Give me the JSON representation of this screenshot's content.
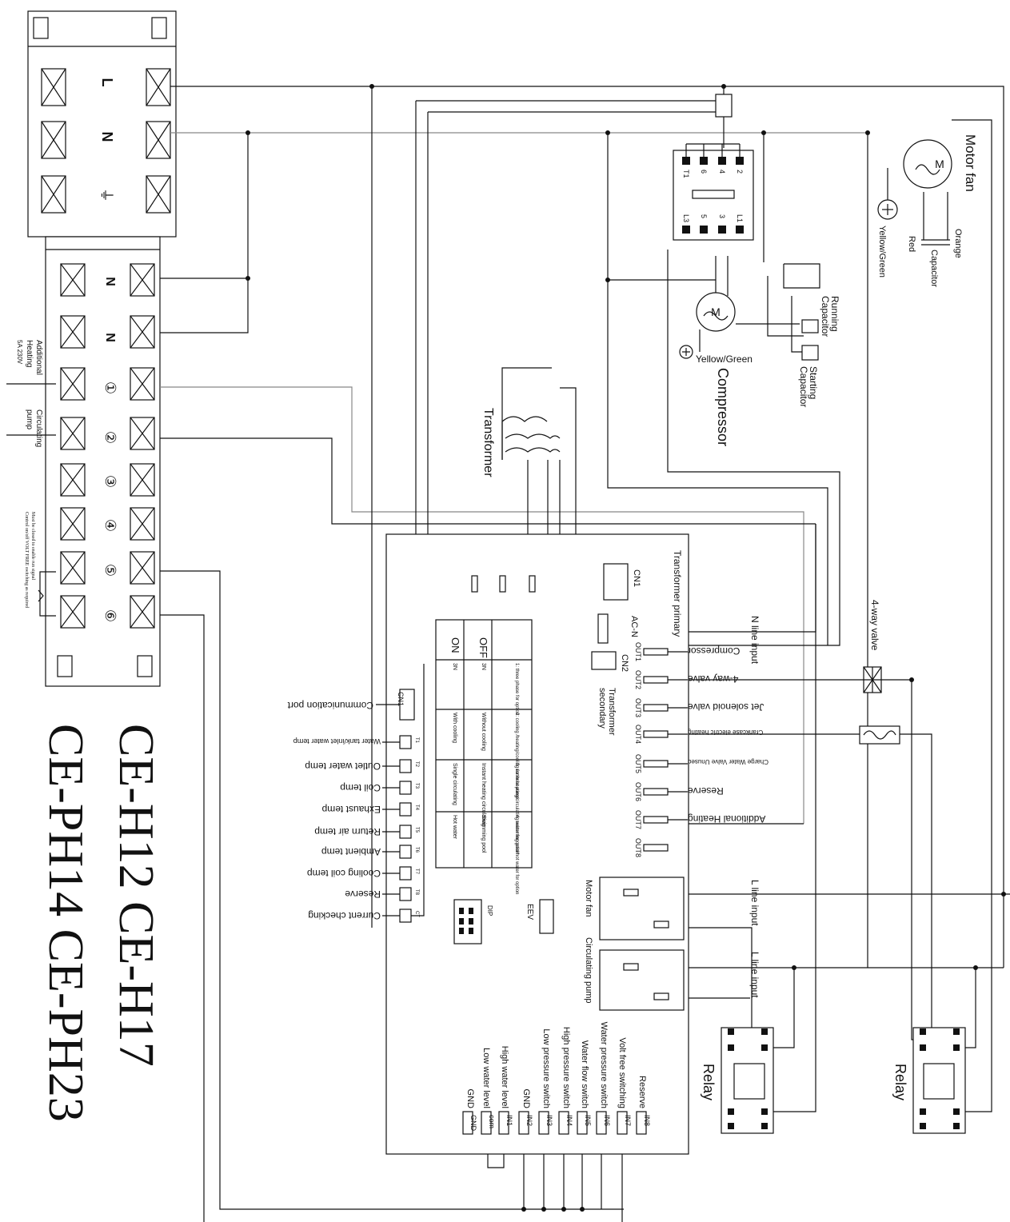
{
  "title": {
    "line1": "CE-H12 CE-H17",
    "line2": "CE-PH14 CE-PH23"
  },
  "terminal_block_top": {
    "labels": [
      "L",
      "N",
      "⏚"
    ]
  },
  "terminal_block_side": {
    "labels": [
      "N",
      "N",
      "①",
      "②",
      "③",
      "④",
      "⑤",
      "⑥"
    ],
    "additional_heating": [
      "Additional",
      "Heating",
      "5A 230V"
    ],
    "circulating_pump": [
      "Circulating",
      "pump"
    ],
    "note": [
      "Must be closed to enable run signal",
      "Control on/off VOLT FREE switching as required"
    ]
  },
  "components": {
    "transformer": "Transformer",
    "compressor": "Compressor",
    "compressor_ground": "Yellow/Green",
    "running_capacitor": [
      "Running",
      "Capacitor"
    ],
    "starting_capacitor": [
      "Starting",
      "Capacitor"
    ],
    "motor_fan": "Motor fan",
    "fan_ground": "Yellow/Green",
    "fan_red": "Red",
    "fan_orange": "Orange",
    "fan_capacitor": "Capacitor",
    "four_way_valve": "4-way valve",
    "relay1": "Relay",
    "relay2": "Relay",
    "contactor_top": [
      "T1",
      "6",
      "4",
      "2"
    ],
    "contactor_bottom": [
      "L3",
      "5",
      "3",
      "L1"
    ]
  },
  "board": {
    "cn1_label": "CN1",
    "transformer_primary": "Transformer primary",
    "cn2_label": "CN2",
    "transformer_secondary": [
      "Transformer",
      "secondary"
    ],
    "acn_label": "AC-N",
    "outputs": [
      {
        "pin": "OUT1",
        "label": "Compressor"
      },
      {
        "pin": "OUT2",
        "label": "4-way valve"
      },
      {
        "pin": "OUT3",
        "label": "Jet solenoid valve"
      },
      {
        "pin": "OUT4",
        "label": "Crankcase electric heating"
      },
      {
        "pin": "OUT5",
        "label": "Charge Water Valve Unused"
      },
      {
        "pin": "OUT6",
        "label": "Reserve"
      },
      {
        "pin": "OUT7",
        "label": "Additional Heating"
      },
      {
        "pin": "OUT8",
        "label": ""
      }
    ],
    "n_line_input": "N line input",
    "l_line_input_1": "L line input",
    "l_line_input_2": "L line input",
    "motor_fan_label": "Motor fan",
    "circulating_pump_label": "Circulating pump",
    "eev_label": "EEV",
    "dip_label": "DIP",
    "cn_comm_label": "CN1",
    "communication_port": "Communication port",
    "sensors": [
      "Water tank/inlet water temp",
      "Outlet water temp",
      "Coil temp",
      "Exhaust temp",
      "Return air temp",
      "Ambient temp",
      "Cooling coil temp",
      "Reserve",
      "Current checking"
    ],
    "sensor_pins": [
      "T1",
      "T2",
      "T3",
      "T4",
      "T5",
      "T6",
      "T7",
      "T8",
      "CT"
    ],
    "inputs": [
      "GND",
      "com",
      "IN1",
      "IN2",
      "IN3",
      "IN4",
      "IN5",
      "IN6",
      "IN7",
      "IN8"
    ],
    "input_labels": [
      "GND",
      "Low water level",
      "High water level",
      "GND",
      "Low pressure switch",
      "High pressure switch",
      "Water flow switch",
      "Water pressure switch",
      "Volt free switching",
      "Reserve"
    ],
    "dip_table": {
      "rows": [
        "ON",
        "OFF"
      ],
      "headers": [
        "1: three phase for option",
        "2: cooling /heating/cooling for heat pump",
        "3: water heating/circulating water for option",
        "4: swimming pool/hot water for option"
      ],
      "on": [
        "3N",
        "Without cooling",
        "Instant heating circulating",
        "Swimming pool"
      ],
      "off": [
        "3N",
        "With cooling",
        "Single circulating",
        "Hot water"
      ]
    }
  }
}
